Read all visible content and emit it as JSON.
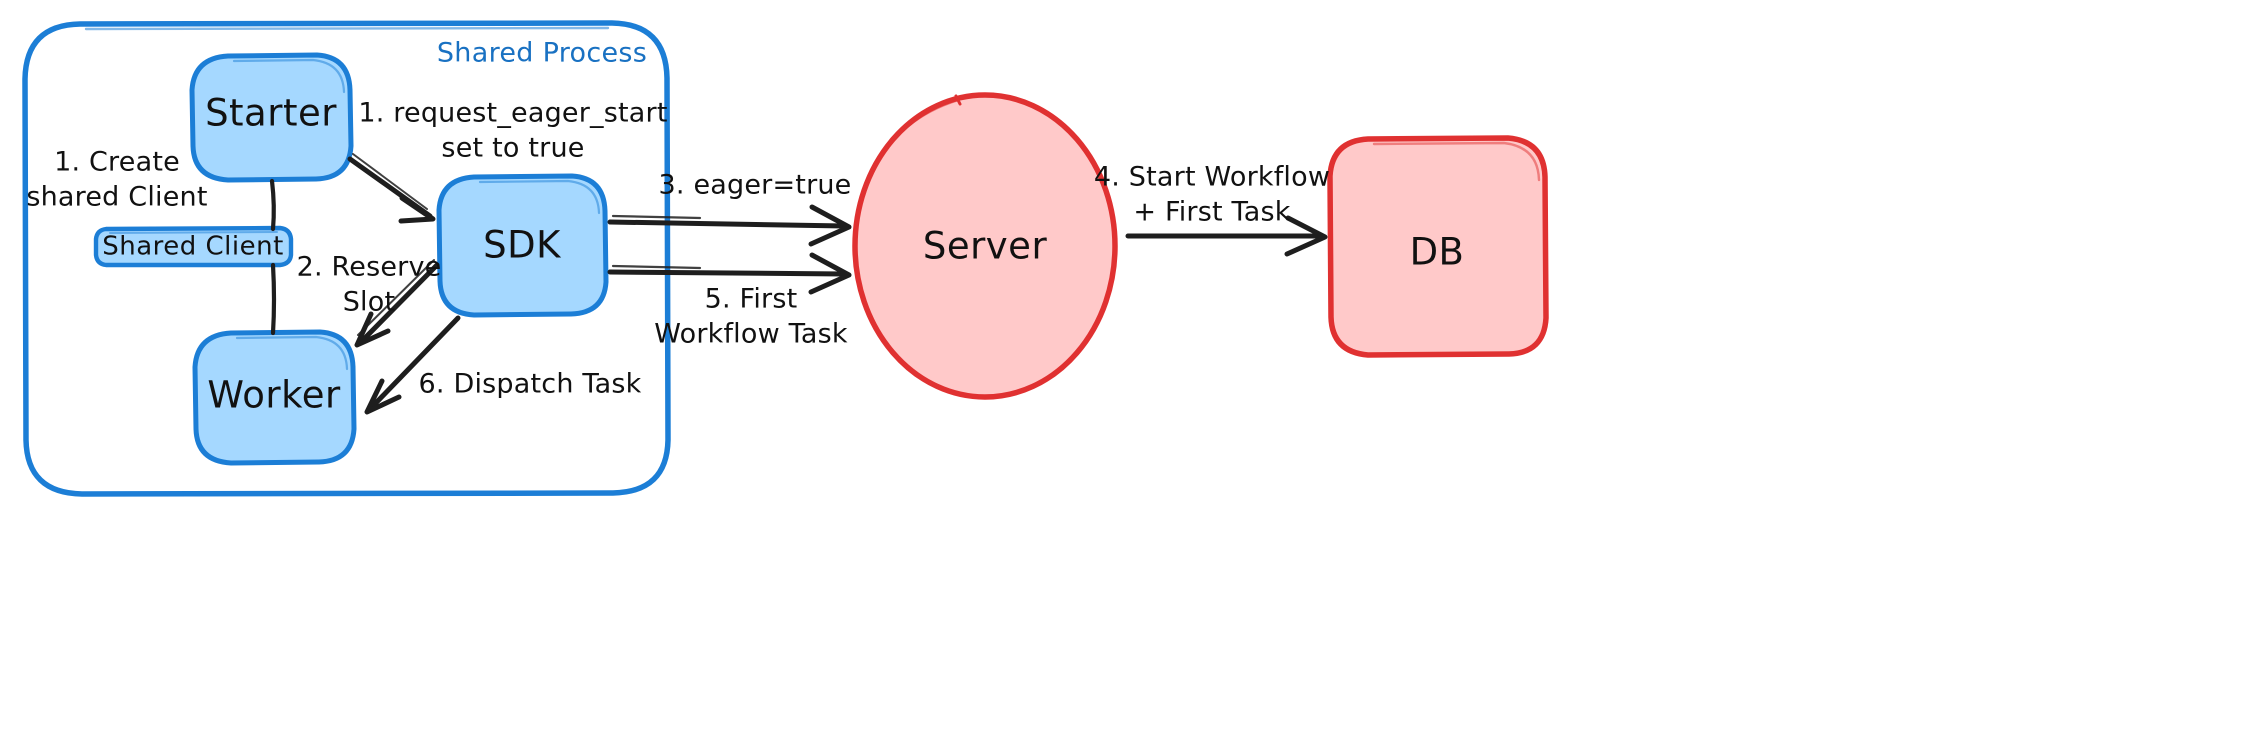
{
  "diagram": {
    "title_visible": false,
    "colors": {
      "blue_stroke": "#1c7ed6",
      "blue_fill": "#a5d8ff",
      "red_stroke": "#e03131",
      "red_fill": "#ffc9c9",
      "arrow": "#1e1e1e",
      "text": "#111111",
      "group_label": "#1971c2",
      "background": "#ffffff"
    },
    "group": {
      "label": "Shared Process"
    },
    "nodes": [
      {
        "id": "starter",
        "label": "Starter",
        "shape": "rounded-rect",
        "color": "blue"
      },
      {
        "id": "shared-client",
        "label": "Shared Client",
        "shape": "rounded-rect",
        "color": "blue"
      },
      {
        "id": "worker",
        "label": "Worker",
        "shape": "rounded-rect",
        "color": "blue"
      },
      {
        "id": "sdk",
        "label": "SDK",
        "shape": "rounded-rect",
        "color": "blue"
      },
      {
        "id": "server",
        "label": "Server",
        "shape": "ellipse",
        "color": "red"
      },
      {
        "id": "db",
        "label": "DB",
        "shape": "rounded-rect",
        "color": "red"
      }
    ],
    "edges": [
      {
        "id": "create-shared-client",
        "label": "1. Create\nshared Client",
        "from": "starter",
        "to": "shared-client"
      },
      {
        "id": "request-eager-start",
        "label": "1. request_eager_start\nset to true",
        "from": "starter",
        "to": "sdk"
      },
      {
        "id": "reserve-slot",
        "label": "2. Reserve\nSlot",
        "from": "sdk",
        "to": "worker"
      },
      {
        "id": "eager-true",
        "label": "3. eager=true",
        "from": "sdk",
        "to": "server"
      },
      {
        "id": "start-workflow",
        "label": "4. Start Workflow\n+ First Task",
        "from": "server",
        "to": "db"
      },
      {
        "id": "first-workflow-task",
        "label": "5. First\nWorkflow Task",
        "from": "sdk",
        "to": "server"
      },
      {
        "id": "dispatch-task",
        "label": "6. Dispatch Task",
        "from": "sdk",
        "to": "worker"
      }
    ]
  }
}
